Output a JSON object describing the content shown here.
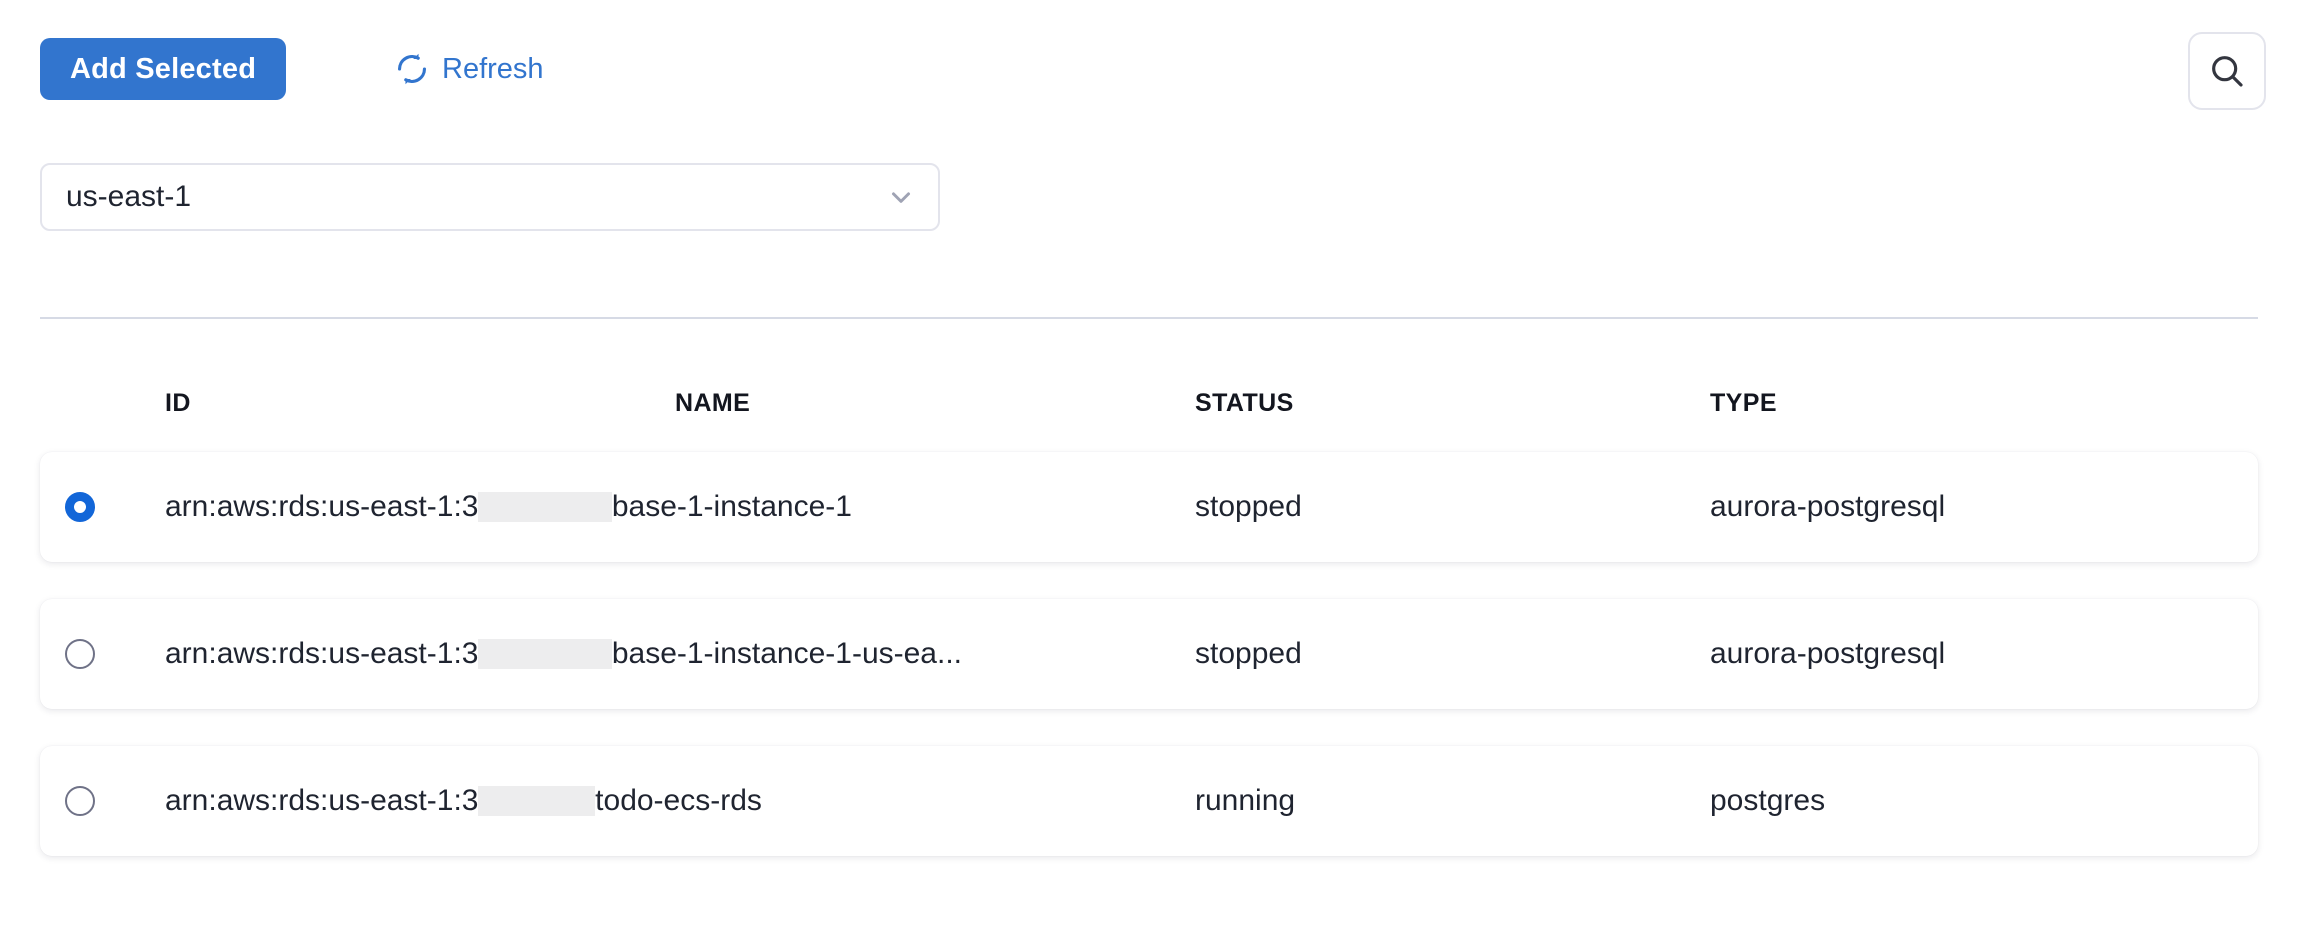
{
  "toolbar": {
    "add_selected_label": "Add Selected",
    "refresh_label": "Refresh",
    "refresh_icon": "refresh-icon",
    "search_icon": "search-icon",
    "primary_color": "#3275ce",
    "link_color": "#3275ce"
  },
  "region": {
    "selected": "us-east-1",
    "chevron_icon": "chevron-down-icon"
  },
  "table": {
    "headers": [
      "ID",
      "NAME",
      "STATUS",
      "TYPE"
    ],
    "rows": [
      {
        "selected": true,
        "arn_prefix": "arn:aws:rds:us-east-1:3",
        "arn_redacted": "                ",
        "arn_suffix": "base-1-instance-1",
        "name": "",
        "status": "stopped",
        "type": "aurora-postgresql"
      },
      {
        "selected": false,
        "arn_prefix": "arn:aws:rds:us-east-1:3",
        "arn_redacted": "                ",
        "arn_suffix": "base-1-instance-1-us-ea...",
        "name": "",
        "status": "stopped",
        "type": "aurora-postgresql"
      },
      {
        "selected": false,
        "arn_prefix": "arn:aws:rds:us-east-1:3",
        "arn_redacted": "              ",
        "arn_suffix": " todo-ecs-rds",
        "name": "",
        "status": "running",
        "type": "postgres"
      }
    ]
  }
}
